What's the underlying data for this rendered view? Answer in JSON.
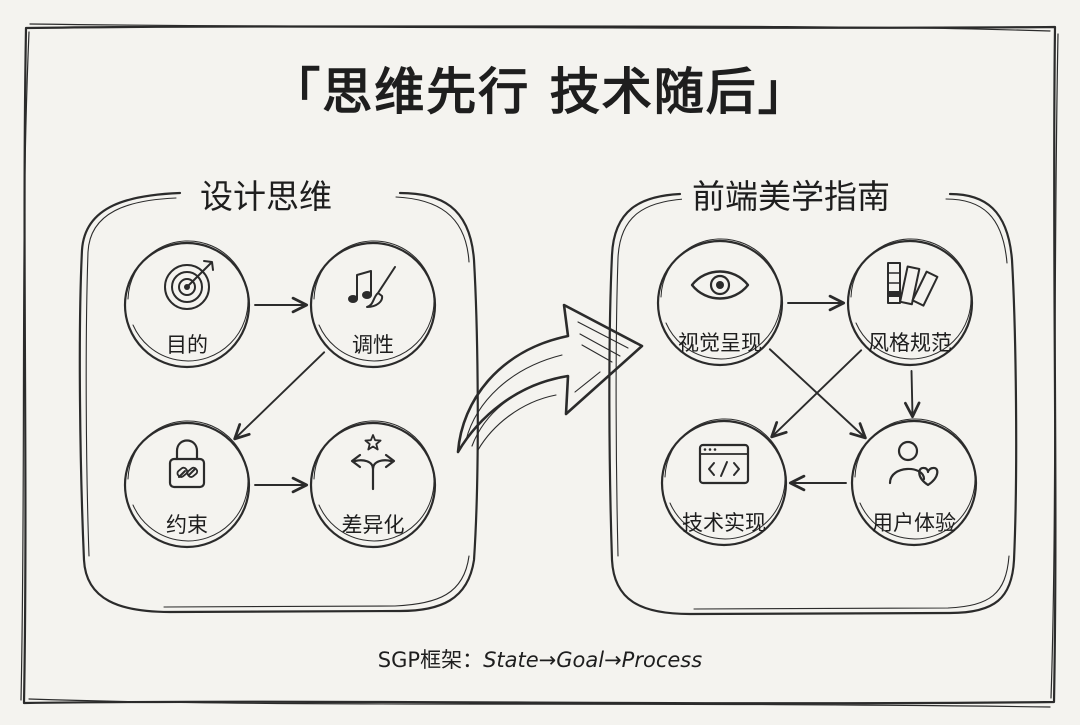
{
  "title": "「思维先行 技术随后」",
  "panels": {
    "left": {
      "title": "设计思维",
      "nodes": [
        {
          "label": "目的",
          "icon": "target-icon"
        },
        {
          "label": "调性",
          "icon": "music-paintbrush-icon"
        },
        {
          "label": "约束",
          "icon": "padlock-chain-icon"
        },
        {
          "label": "差异化",
          "icon": "diverging-arrows-star-icon"
        }
      ]
    },
    "right": {
      "title": "前端美学指南",
      "nodes": [
        {
          "label": "视觉呈现",
          "icon": "eye-icon"
        },
        {
          "label": "风格规范",
          "icon": "color-swatches-icon"
        },
        {
          "label": "技术实现",
          "icon": "code-window-icon"
        },
        {
          "label": "用户体验",
          "icon": "user-heart-icon"
        }
      ]
    }
  },
  "footer": {
    "prefix": "SGP框架：",
    "formula": "State→Goal→Process"
  },
  "colors": {
    "background": "#f4f3ef",
    "ink": "#2b2b2b"
  }
}
